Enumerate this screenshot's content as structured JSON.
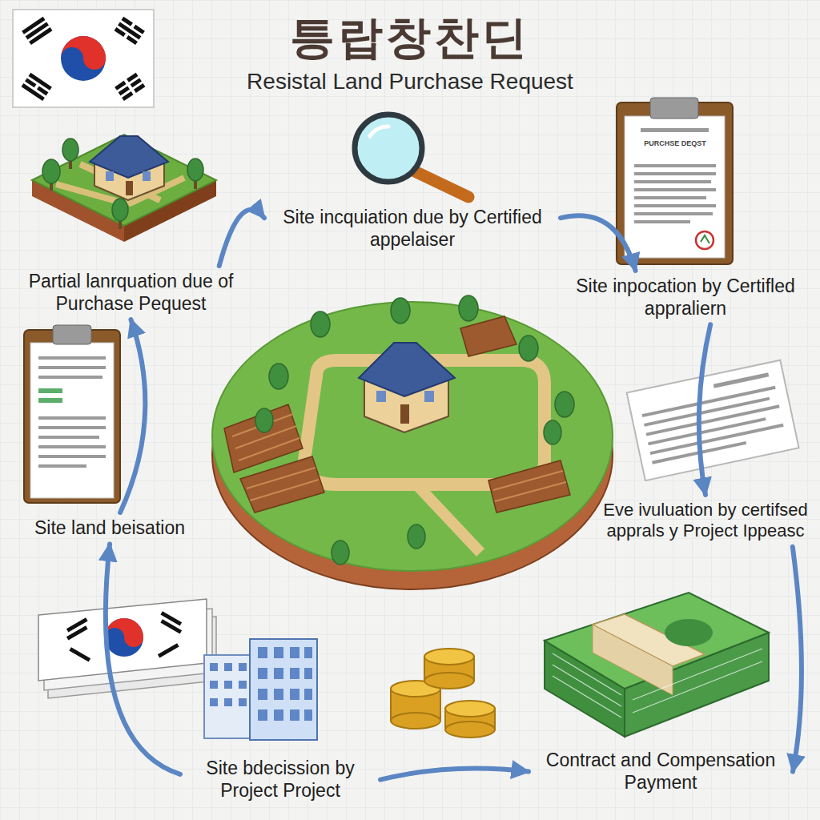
{
  "diagram": {
    "title": "틍랍창찬딘",
    "nodes": [
      {
        "text": [
          "Partial lanrquation due of Purchase Pequest"
        ]
      },
      {
        "text": [
          "Site incquiation due by Certified appelaiser"
        ]
      },
      {
        "text": [
          "Site inpocation by Certifled appraliern"
        ]
      },
      {
        "text": [
          "Eve ivuluation by certifsed apprals y Project Ippeasc"
        ]
      },
      {
        "text": [
          "Contract and Compensation Payment"
        ]
      },
      {
        "text": [
          "Site bdecission by Project Project"
        ]
      },
      {
        "text": [
          "Site land beisation"
        ]
      }
    ],
    "edges": [
      {
        "from": 0,
        "to": 1,
        "arrow": "to"
      },
      {
        "from": 1,
        "to": 2,
        "arrow": "to"
      },
      {
        "from": 2,
        "to": 3,
        "arrow": "to"
      },
      {
        "from": 3,
        "to": 4,
        "arrow": "to"
      },
      {
        "from": 5,
        "to": 4,
        "arrow": "to"
      },
      {
        "from": 5,
        "to": 6,
        "arrow": "to"
      },
      {
        "from": 6,
        "to": 0,
        "arrow": "to"
      }
    ],
    "labels": [
      "Resistal Land Purchase Request",
      "PURCHSE DEQST"
    ]
  }
}
